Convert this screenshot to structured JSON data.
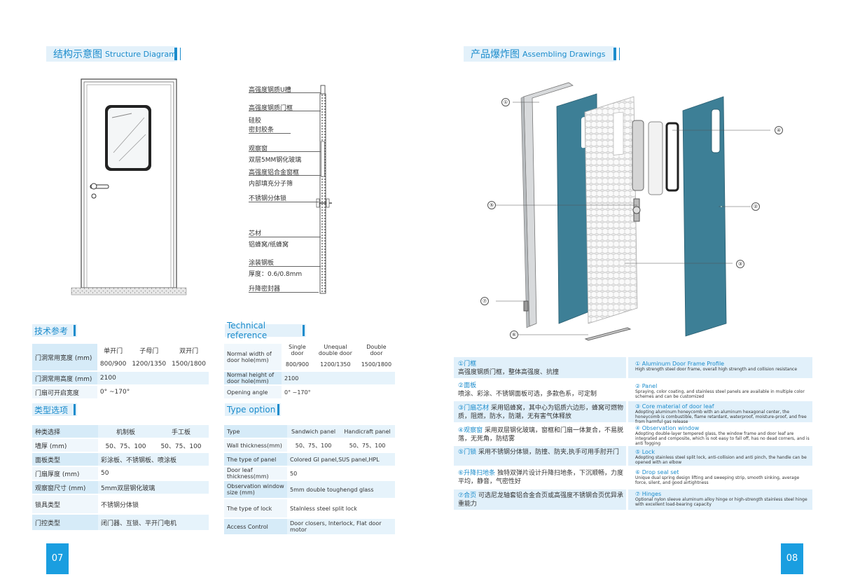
{
  "left": {
    "header": {
      "cn": "结构示意图",
      "en": "Structure Diagram"
    },
    "section_labels": [
      {
        "text": "高强度钢质U槽"
      },
      {
        "text": "高强度钢质门框"
      },
      {
        "text": "硅胶"
      },
      {
        "text": "密封胶条"
      },
      {
        "text": "观察窗"
      },
      {
        "text": "双层5MM钢化玻璃"
      },
      {
        "text": "高强度铝合金窗框"
      },
      {
        "text": "内部填充分子筛"
      },
      {
        "text": "不锈钢分体锁"
      },
      {
        "text": "芯材"
      },
      {
        "text": "铝蜂窝/纸蜂窝"
      },
      {
        "text": "涂装钢板"
      },
      {
        "text": "厚度：0.6/0.8mm"
      },
      {
        "text": "升降密封器"
      }
    ],
    "tech_cn": {
      "title": "技术参考",
      "col_headers": [
        "单开门",
        "子母门",
        "双开门"
      ],
      "rows": [
        {
          "label": "门洞常用宽度 (mm)",
          "values": [
            "800/900",
            "1200/1350",
            "1500/1800"
          ]
        },
        {
          "label": "门洞常用高度 (mm)",
          "values": [
            "2100"
          ]
        },
        {
          "label": "门扇可开启宽度",
          "values": [
            "0° ~170°"
          ]
        }
      ]
    },
    "tech_en": {
      "title": "Technical reference",
      "col_headers": [
        "Single door",
        "Unequal double door",
        "Double door"
      ],
      "rows": [
        {
          "label": "Normal width of door hole(mm)",
          "values": [
            "800/900",
            "1200/1350",
            "1500/1800"
          ]
        },
        {
          "label": "Normal height of door hole(mm)",
          "values": [
            "2100"
          ]
        },
        {
          "label": "Opening angle",
          "values": [
            "0° ~170°"
          ]
        }
      ]
    },
    "type_cn": {
      "title": "类型选项",
      "rows": [
        {
          "label": "种类选择",
          "values": [
            "机制板",
            "手工板"
          ]
        },
        {
          "label": "墙厚 (mm)",
          "values": [
            "50、75、100",
            "50、75、100"
          ]
        },
        {
          "label": "面板类型",
          "values": [
            "彩涂板、不锈钢板、喷涂板"
          ]
        },
        {
          "label": "门扇厚度 (mm)",
          "values": [
            "50"
          ]
        },
        {
          "label": "观察窗尺寸 (mm)",
          "values": [
            "5mm双层钢化玻璃"
          ]
        },
        {
          "label": "锁具类型",
          "values": [
            "不锈钢分体锁"
          ]
        },
        {
          "label": "门控类型",
          "values": [
            "闭门器、互锁、平开门电机"
          ]
        }
      ]
    },
    "type_en": {
      "title": "Type option",
      "rows": [
        {
          "label": "Type",
          "values": [
            "Sandwich panel",
            "Handicraft panel"
          ]
        },
        {
          "label": "Wall thickness(mm)",
          "values": [
            "50、75、100",
            "50、75、100"
          ]
        },
        {
          "label": "The type of panel",
          "values": [
            "Colored GI panel,SUS panel,HPL"
          ]
        },
        {
          "label": "Door leaf thickness(mm)",
          "values": [
            "50"
          ]
        },
        {
          "label": "Observation window size (mm)",
          "values": [
            "5mm double toughengd glass"
          ]
        },
        {
          "label": "The type of lock",
          "values": [
            "Stalnless steel split lock"
          ]
        },
        {
          "label": "Access Control",
          "values": [
            "Door closers, Interlock, Flat door motor"
          ]
        }
      ]
    },
    "page_number": "07"
  },
  "right": {
    "header": {
      "cn": "产品爆炸图",
      "en": "Assembling Drawings"
    },
    "callouts": [
      "①",
      "②",
      "③",
      "④",
      "⑤",
      "⑥",
      "⑦"
    ],
    "features_cn": [
      {
        "title": "①门框",
        "body": "高强度钢质门框，整体高强度、抗撞"
      },
      {
        "title": "②面板",
        "body": "喷涂、彩涂、不锈钢面板可选，多款色系，可定制"
      },
      {
        "title": "③门扇芯材",
        "body": "采用铝蜂窝，其中心为铝质六边形，蜂窝可燃物质，阻燃，防水，防潮，无有害气体释放"
      },
      {
        "title": "④观察窗",
        "body": "采用双层钢化玻璃，窗框和门扇一体复合，不易脱落，无死角，防结雾"
      },
      {
        "title": "⑤门锁",
        "body": "采用不锈钢分体锁，防撞、防夹,执手可用手肘开门"
      },
      {
        "title": "⑥升降扫地条",
        "body": "独特双弹片设计升降扫地条，下沉顺畅，力度平均，静音，气密性好"
      },
      {
        "title": "⑦合页",
        "body": "可选尼龙轴套铝合金合页或高强度不锈钢合页优异承重能力"
      }
    ],
    "features_en": [
      {
        "title": "① Aluminum Door Frame Profile",
        "body": "High strength steel door frame, overall high strength and collision resistance"
      },
      {
        "title": "② Panel",
        "body": "Spraying, color coating, and stainless steel panels are available in multiple color schemes and can be customized"
      },
      {
        "title": "③ Core material of door leaf",
        "body": "Adopting aluminum honeycomb with an aluminum hexagonal center, the honeycomb is combustible, flame retardant, waterproof, moisture-proof, and free from harmful gas release"
      },
      {
        "title": "④ Observation window",
        "body": "Adopting double-layer tempered glass, the window frame and door leaf are integrated and composite, which is not easy to fall off, has no dead corners, and is anti fogging"
      },
      {
        "title": "⑤ Lock",
        "body": "Adopting stainless steel split lock, anti-collision and anti pinch, the handle can be opened with an elbow"
      },
      {
        "title": "⑥ Drop seal set",
        "body": "Unique dual spring design lifting and sweeping strip, smooth sinking, average force, silent, and good airtightness"
      },
      {
        "title": "⑦ Hinges",
        "body": "Optional nylon sleeve aluminum alloy hinge or high-strength stainless steel hinge with excellent load-bearing capacity"
      }
    ],
    "page_number": "08",
    "colors": {
      "accent": "#1b8ccc",
      "door_panel": "#3d7f96",
      "page_badge": "#1a9ee0"
    }
  }
}
